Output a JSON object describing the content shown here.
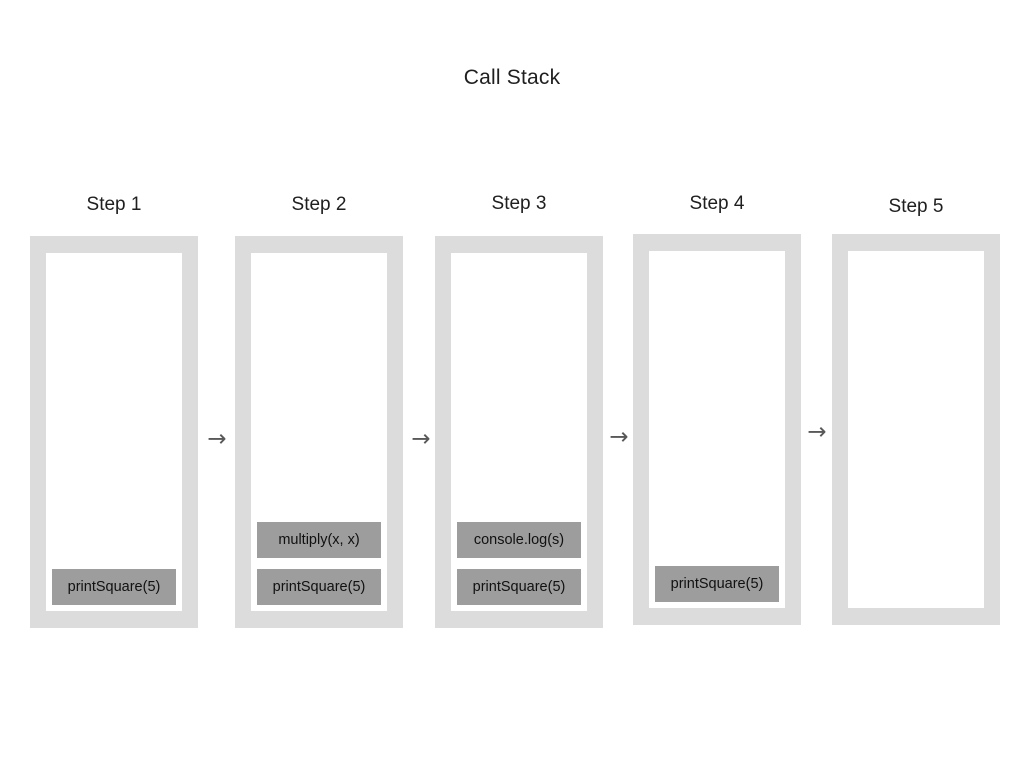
{
  "diagram": {
    "title": "Call Stack",
    "type": "diagram",
    "arrow_glyph": "→",
    "colors": {
      "background": "#ffffff",
      "frame_border": "#dcdcdc",
      "frame_interior": "#ffffff",
      "call_frame_fill": "#9d9d9d",
      "text": "#1f1f1f",
      "arrow": "#595959"
    },
    "steps": [
      {
        "label": "Step 1",
        "frames": [
          "printSquare(5)"
        ]
      },
      {
        "label": "Step 2",
        "frames": [
          "multiply(x, x)",
          "printSquare(5)"
        ]
      },
      {
        "label": "Step 3",
        "frames": [
          "console.log(s)",
          "printSquare(5)"
        ]
      },
      {
        "label": "Step 4",
        "frames": [
          "printSquare(5)"
        ]
      },
      {
        "label": "Step 5",
        "frames": []
      }
    ],
    "arrows": [
      {
        "name": "arrow-step1-to-step2"
      },
      {
        "name": "arrow-step2-to-step3"
      },
      {
        "name": "arrow-step3-to-step4"
      },
      {
        "name": "arrow-step4-to-step5"
      }
    ]
  }
}
